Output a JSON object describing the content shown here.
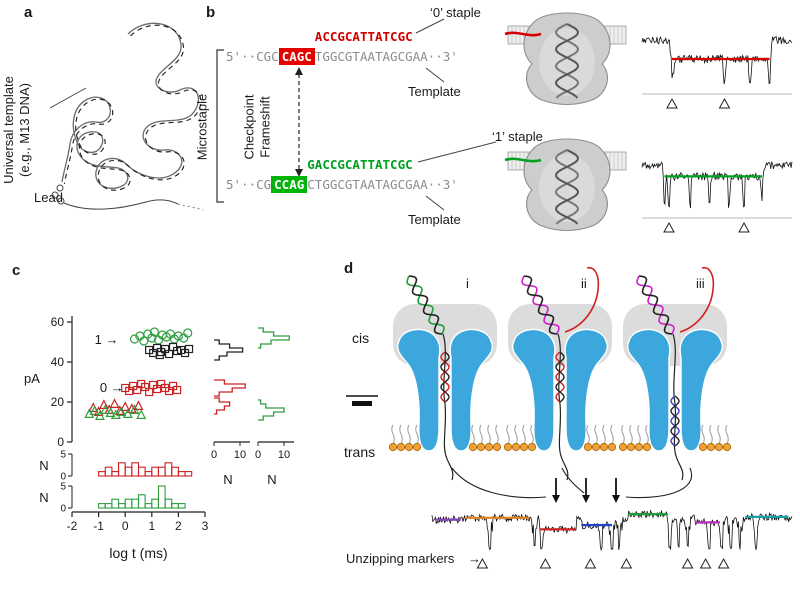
{
  "panel_labels": {
    "a": "a",
    "b": "b",
    "c": "c",
    "d": "d"
  },
  "panel_a": {
    "template_line1": "Universal template",
    "template_line2": "(e.g., M13 DNA)",
    "lead_label": "Lead"
  },
  "panel_b": {
    "staple0_label": "‘0’ staple",
    "staple1_label": "‘1’ staple",
    "microstaple_label": "Microstaple",
    "checkpoint_line1": "Checkpoint",
    "checkpoint_line2": "Frameshift",
    "template_label_top": "Template",
    "template_label_bottom": "Template",
    "seq0": {
      "prefix": "5'··CGC",
      "box": "CAGC",
      "overhang": "ACCGCATTATCGC",
      "suffix": "TGGCGTAATAGCGAA··3'"
    },
    "seq1": {
      "prefix": "5'··CG",
      "box": "CCAG",
      "overhang": "GACCGCATTATCGC",
      "suffix": "CTGGCGTAATAGCGAA··3'"
    },
    "colors": {
      "staple0": "#d40000",
      "staple1": "#00a021"
    },
    "traces": [
      {
        "color": "#d40000",
        "blocked_from": 0.2,
        "blocked_to": 0.85,
        "base_level": 0.24,
        "blocked_level": 0.55,
        "markers": [
          0.2,
          0.55
        ]
      },
      {
        "color": "#00a021",
        "blocked_from": 0.15,
        "blocked_to": 0.8,
        "base_level": 0.26,
        "blocked_level": 0.44,
        "markers": [
          0.18,
          0.68
        ]
      }
    ]
  },
  "chart_data": {
    "type": "scatter",
    "xlabel": "log t (ms)",
    "ylabel": "pA",
    "xlim": [
      -2,
      3
    ],
    "ylim": [
      0,
      63
    ],
    "x_ticks": [
      -2,
      -1,
      0,
      1,
      2,
      3
    ],
    "y_ticks": [
      0,
      20,
      40,
      60
    ],
    "annotations": [
      {
        "text": "1 →",
        "x": -1.15,
        "y": 51
      },
      {
        "text": "0 →",
        "x": -0.95,
        "y": 27
      }
    ],
    "series": [
      {
        "name": "state1-circles",
        "marker": "circle",
        "color": "#2e9e3f",
        "points": [
          [
            0.35,
            51.5
          ],
          [
            0.55,
            53
          ],
          [
            0.7,
            50.5
          ],
          [
            0.85,
            54
          ],
          [
            1.0,
            52
          ],
          [
            1.1,
            55
          ],
          [
            1.25,
            51
          ],
          [
            1.4,
            53.5
          ],
          [
            1.55,
            52.5
          ],
          [
            1.7,
            54
          ],
          [
            1.85,
            51.5
          ],
          [
            2.0,
            53
          ],
          [
            2.2,
            52
          ],
          [
            2.35,
            54.5
          ]
        ]
      },
      {
        "name": "state1-squares",
        "marker": "square",
        "color": "#222222",
        "points": [
          [
            0.9,
            46
          ],
          [
            1.05,
            44.5
          ],
          [
            1.2,
            47
          ],
          [
            1.35,
            45
          ],
          [
            1.5,
            46.5
          ],
          [
            1.65,
            44
          ],
          [
            1.8,
            47.5
          ],
          [
            1.95,
            45.5
          ],
          [
            2.1,
            46
          ],
          [
            2.25,
            44.5
          ],
          [
            2.4,
            46.5
          ],
          [
            1.3,
            43.5
          ]
        ]
      },
      {
        "name": "state0-squares",
        "marker": "square",
        "color": "#cc2222",
        "points": [
          [
            0.0,
            27
          ],
          [
            0.15,
            25.5
          ],
          [
            0.3,
            28
          ],
          [
            0.45,
            26
          ],
          [
            0.6,
            29
          ],
          [
            0.75,
            27.5
          ],
          [
            0.9,
            25
          ],
          [
            1.05,
            28.5
          ],
          [
            1.2,
            26.5
          ],
          [
            1.35,
            29
          ],
          [
            1.5,
            27
          ],
          [
            1.65,
            25.5
          ],
          [
            1.8,
            28
          ],
          [
            1.95,
            26
          ]
        ]
      },
      {
        "name": "red-triangles",
        "marker": "triangle",
        "color": "#cc2222",
        "points": [
          [
            -1.2,
            17
          ],
          [
            -1.0,
            15
          ],
          [
            -0.8,
            18.5
          ],
          [
            -0.6,
            16
          ],
          [
            -0.4,
            19
          ],
          [
            -0.2,
            15.5
          ],
          [
            0.0,
            17.5
          ],
          [
            0.25,
            16.5
          ],
          [
            0.5,
            18
          ]
        ]
      },
      {
        "name": "green-triangles",
        "marker": "triangle",
        "color": "#2e9e3f",
        "points": [
          [
            -1.35,
            14
          ],
          [
            -1.15,
            15.5
          ],
          [
            -0.95,
            13
          ],
          [
            -0.75,
            16
          ],
          [
            -0.55,
            14.5
          ],
          [
            -0.35,
            13.5
          ],
          [
            -0.15,
            15
          ],
          [
            0.1,
            14
          ],
          [
            0.35,
            16
          ],
          [
            0.6,
            13.5
          ]
        ]
      }
    ],
    "side_histograms": [
      {
        "n_label": "N",
        "n_ticks": [
          0,
          10
        ],
        "series": [
          {
            "color": "#222222",
            "start": 41,
            "bin": 2,
            "counts": [
              2,
              5,
              11,
              6,
              2
            ]
          },
          {
            "color": "#cc2222",
            "start": 23,
            "bin": 2,
            "counts": [
              2,
              7,
              12,
              4
            ]
          },
          {
            "color": "#cc2222",
            "start": 14,
            "bin": 2,
            "counts": [
              1,
              4,
              6,
              2
            ]
          }
        ]
      },
      {
        "n_label": "N",
        "n_ticks": [
          0,
          10
        ],
        "series": [
          {
            "color": "#2e9e3f",
            "start": 47,
            "bin": 2,
            "counts": [
              1,
              5,
              12,
              6,
              2
            ]
          },
          {
            "color": "#2e9e3f",
            "start": 11,
            "bin": 2,
            "counts": [
              2,
              6,
              10,
              3,
              1
            ]
          }
        ]
      }
    ],
    "bottom_histograms": [
      {
        "color": "#cc2222",
        "n_label": "N",
        "n_ticks": [
          0,
          5
        ],
        "start": -1.0,
        "bin": 0.25,
        "counts": [
          1,
          2,
          1,
          3,
          2,
          3,
          2,
          1,
          2,
          2,
          3,
          2,
          1,
          1
        ]
      },
      {
        "color": "#2e9e3f",
        "n_label": "N",
        "n_ticks": [
          0,
          5
        ],
        "start": -1.0,
        "bin": 0.25,
        "counts": [
          1,
          1,
          2,
          1,
          2,
          2,
          3,
          1,
          2,
          5,
          2,
          1,
          1,
          0
        ]
      }
    ]
  },
  "panel_d": {
    "cis_label": "cis",
    "trans_label": "trans",
    "unzipping_label": "Unzipping markers",
    "unzipping_arrow": "→",
    "pores": [
      {
        "label": "i",
        "helix_color": "#1f9e3c",
        "features": [
          "inner-duplex-red"
        ]
      },
      {
        "label": "ii",
        "helix_color": "#cc22cc",
        "features": [
          "inner-duplex-red",
          "strand-red-right"
        ]
      },
      {
        "label": "iii",
        "helix_color": "#cc22cc",
        "features": [
          "inner-duplex-blue",
          "strand-red-right"
        ]
      }
    ],
    "trace": {
      "segments": [
        {
          "color": "#8844bb",
          "x0": 0.01,
          "x1": 0.08,
          "level": 0.34
        },
        {
          "color": "#e5821e",
          "x0": 0.095,
          "x1": 0.27,
          "level": 0.3
        },
        {
          "color": "#d02020",
          "x0": 0.3,
          "x1": 0.4,
          "level": 0.55
        },
        {
          "color": "#2244cc",
          "x0": 0.415,
          "x1": 0.5,
          "level": 0.46
        },
        {
          "color": "#1f9e3c",
          "x0": 0.545,
          "x1": 0.655,
          "level": 0.22
        },
        {
          "color": "#bb30bb",
          "x0": 0.73,
          "x1": 0.8,
          "level": 0.4
        },
        {
          "color": "#18a0a8",
          "x0": 0.87,
          "x1": 0.99,
          "level": 0.28
        }
      ],
      "markers": [
        0.14,
        0.315,
        0.44,
        0.54,
        0.71,
        0.76,
        0.81
      ]
    }
  }
}
